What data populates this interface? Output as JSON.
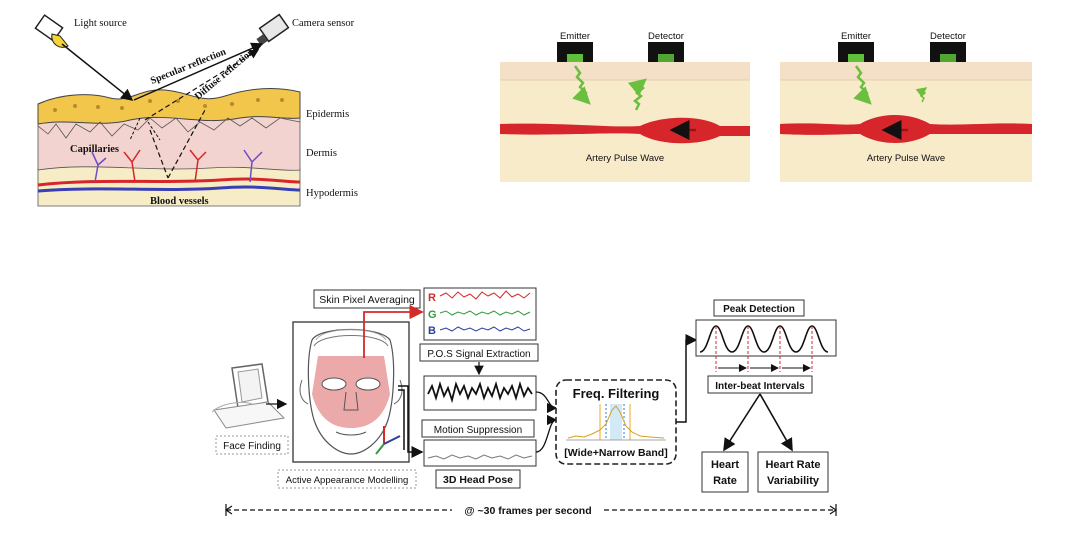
{
  "skin_diagram": {
    "light_source": "Light source",
    "camera_sensor": "Camera sensor",
    "specular": "Specular reflection",
    "diffuse": "Diffuse reflection",
    "epidermis": "Epidermis",
    "dermis": "Dermis",
    "hypodermis": "Hypodermis",
    "capillaries": "Capillaries",
    "blood_vessels": "Blood vessels"
  },
  "ppg_panels": [
    {
      "emitter": "Emitter",
      "detector": "Detector",
      "caption": "Artery Pulse Wave"
    },
    {
      "emitter": "Emitter",
      "detector": "Detector",
      "caption": "Artery Pulse Wave"
    }
  ],
  "pipeline": {
    "skin_pixel_averaging": "Skin Pixel Averaging",
    "channel_r": "R",
    "channel_g": "G",
    "channel_b": "B",
    "pos_extraction": "P.O.S Signal Extraction",
    "face_finding": "Face Finding",
    "active_appearance": "Active Appearance Modelling",
    "motion_suppression": "Motion Suppression",
    "head_pose": "3D Head Pose",
    "freq_filtering": "Freq. Filtering",
    "band": "[Wide+Narrow Band]",
    "peak_detection": "Peak Detection",
    "inter_beat": "Inter-beat Intervals",
    "heart_rate_line1": "Heart",
    "heart_rate_line2": "Rate",
    "hrv_line1": "Heart Rate",
    "hrv_line2": "Variability",
    "frame_rate": "@ ~30 frames per second"
  },
  "colors": {
    "epidermis": "#f2c64a",
    "dermis": "#f3d3cf",
    "hypodermis": "#f6ecc6",
    "artery": "#d7262b",
    "ppg_skin": "#f8ebc9",
    "wave_green": "#6abf3f",
    "red_channel": "#d42a2a",
    "green_channel": "#2f9b3a",
    "blue_channel": "#2b3f9e",
    "face_mask": "#e99a9a"
  }
}
